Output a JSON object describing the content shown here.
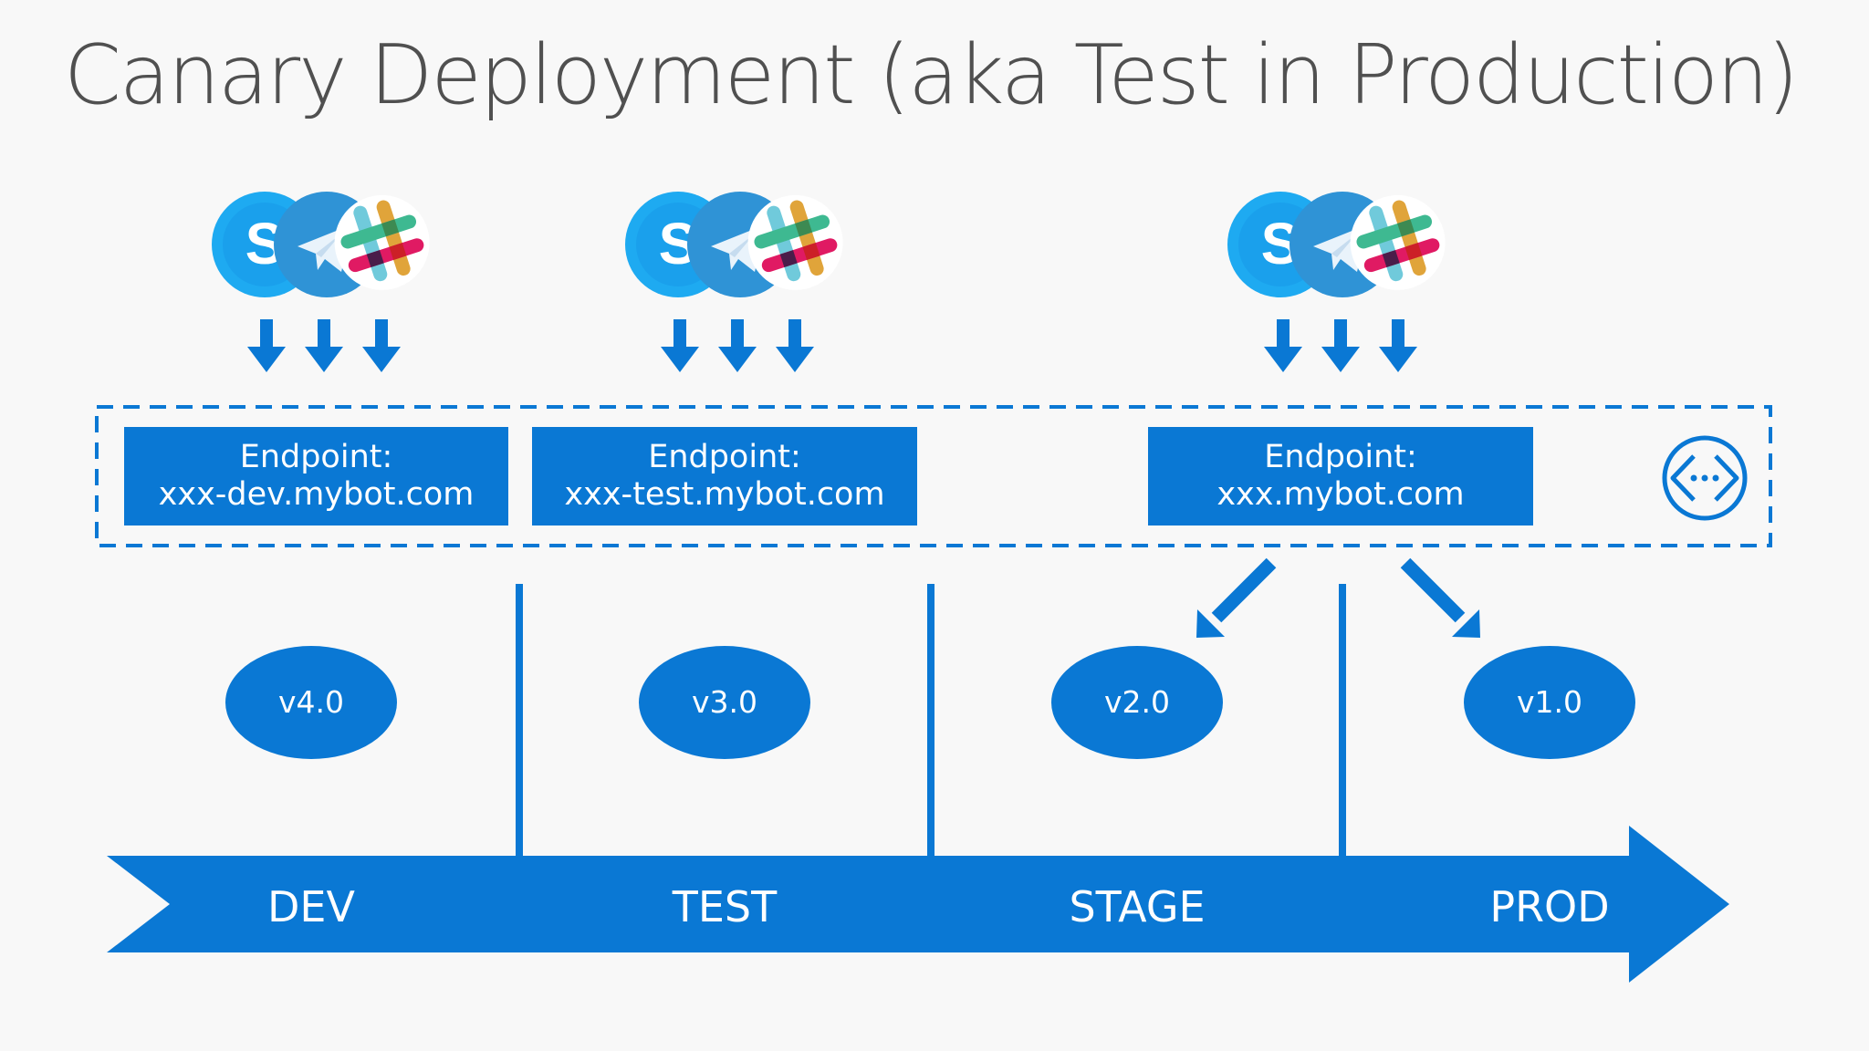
{
  "title": "Canary Deployment (aka Test in Production)",
  "colors": {
    "accent": "#0a78d4",
    "title": "#505050",
    "background": "#f8f8f8",
    "skype": "#1eaaf1"
  },
  "icons": [
    "skype-icon",
    "telegram-icon",
    "slack-icon",
    "api-gateway-icon"
  ],
  "endpoints": [
    {
      "label": "Endpoint:",
      "host": "xxx-dev.mybot.com"
    },
    {
      "label": "Endpoint:",
      "host": "xxx-test.mybot.com"
    },
    {
      "label": "Endpoint:",
      "host": "xxx.mybot.com"
    }
  ],
  "versions": [
    "v4.0",
    "v3.0",
    "v2.0",
    "v1.0"
  ],
  "stages": [
    "DEV",
    "TEST",
    "STAGE",
    "PROD"
  ]
}
